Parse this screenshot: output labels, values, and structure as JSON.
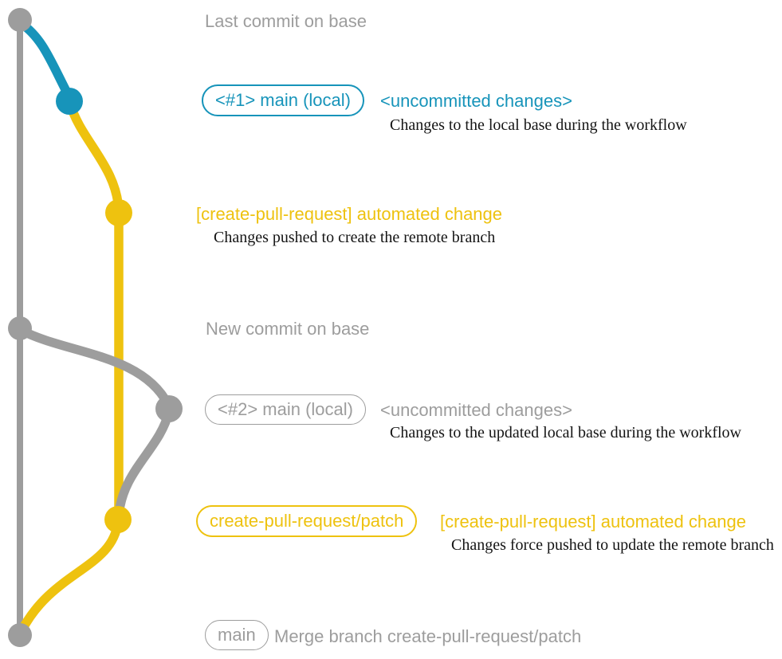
{
  "colors": {
    "gray": "#9d9d9d",
    "blue": "#1794ba",
    "yellow": "#eec20f",
    "caption_text": "#141414",
    "background": "#ffffff"
  },
  "graph": {
    "description": "git commit graph",
    "branches": [
      {
        "name": "base",
        "color": "#9d9d9d"
      },
      {
        "name": "local-main-before-update",
        "color": "#1794ba"
      },
      {
        "name": "create-pull-request-patch",
        "color": "#eec20f"
      },
      {
        "name": "local-main-after-update",
        "color": "#9d9d9d"
      }
    ],
    "commit_count": 7
  },
  "labels": {
    "last_commit": "Last commit on base",
    "new_commit": "New commit on base",
    "merge_commit": "Merge branch create-pull-request/patch"
  },
  "badges": {
    "main_local_1": "<#1> main (local)",
    "main_local_2": "<#2> main (local)",
    "patch_branch": "create-pull-request/patch",
    "main": "main"
  },
  "annotations": {
    "uncommitted_1": {
      "title": "<uncommitted changes>",
      "caption": "Changes to the local base during the workflow"
    },
    "automated_1": {
      "title": "[create-pull-request] automated change",
      "caption": "Changes pushed to create the remote branch"
    },
    "uncommitted_2": {
      "title": "<uncommitted changes>",
      "caption": "Changes to the updated local base during the workflow"
    },
    "automated_2": {
      "title": "[create-pull-request] automated change",
      "caption": "Changes force pushed to update the remote branch"
    }
  }
}
